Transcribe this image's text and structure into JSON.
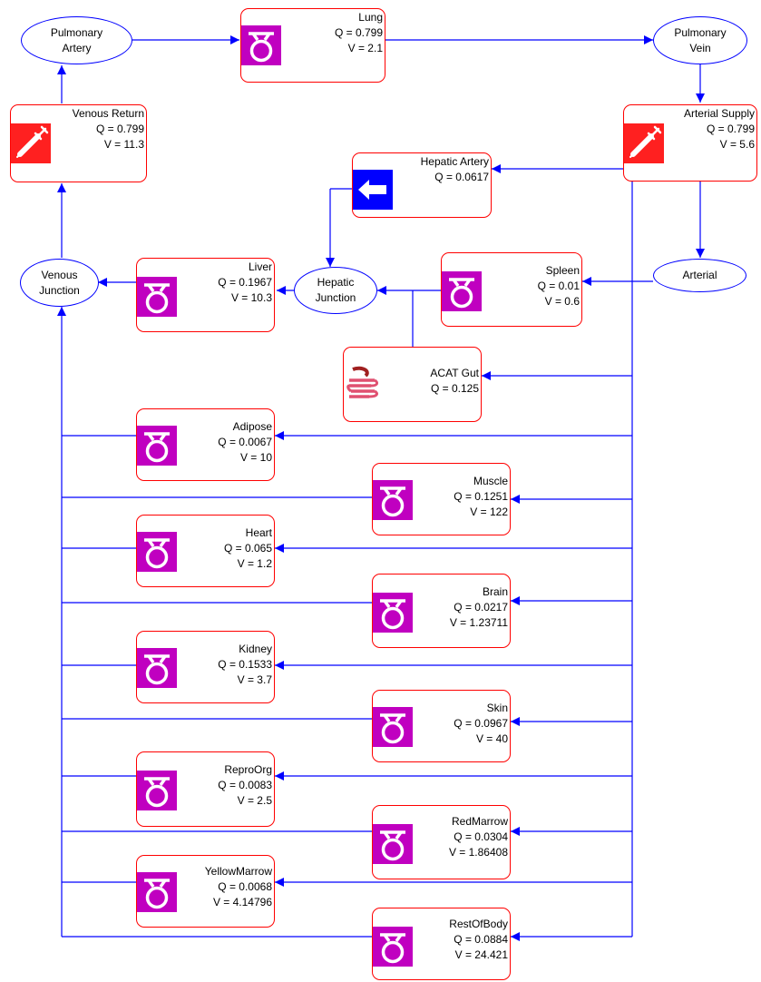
{
  "colors": {
    "wire": "#0000ff",
    "node_border": "#ff0000",
    "compartment_icon": "#c000c0",
    "dose_icon": "#ff2020",
    "hepatic_artery_icon": "#0000ff"
  },
  "junctions": {
    "pulmonary_artery": {
      "line1": "Pulmonary",
      "line2": "Artery"
    },
    "pulmonary_vein": {
      "line1": "Pulmonary",
      "line2": "Vein"
    },
    "venous_junction": {
      "line1": "Venous",
      "line2": "Junction"
    },
    "hepatic_junction": {
      "line1": "Hepatic",
      "line2": "Junction"
    },
    "arterial": {
      "line1": "Arterial"
    }
  },
  "nodes": {
    "lung": {
      "name": "Lung",
      "q": "Q = 0.799",
      "v": "V = 2.1",
      "icon": "compartment-icon"
    },
    "venous_return": {
      "name": "Venous Return",
      "q": "Q = 0.799",
      "v": "V = 11.3",
      "icon": "syringe-icon"
    },
    "arterial_supply": {
      "name": "Arterial Supply",
      "q": "Q = 0.799",
      "v": "V = 5.6",
      "icon": "syringe-icon"
    },
    "hepatic_artery": {
      "name": "Hepatic Artery",
      "q": "Q = 0.0617",
      "icon": "left-arrow-icon"
    },
    "liver": {
      "name": "Liver",
      "q": "Q = 0.1967",
      "v": "V = 10.3",
      "icon": "compartment-icon"
    },
    "spleen": {
      "name": "Spleen",
      "q": "Q = 0.01",
      "v": "V = 0.6",
      "icon": "compartment-icon"
    },
    "acat_gut": {
      "name": "ACAT Gut",
      "q": "Q = 0.125",
      "icon": "intestine-icon"
    },
    "adipose": {
      "name": "Adipose",
      "q": "Q = 0.0067",
      "v": "V = 10",
      "icon": "compartment-icon"
    },
    "muscle": {
      "name": "Muscle",
      "q": "Q = 0.1251",
      "v": "V = 122",
      "icon": "compartment-icon"
    },
    "heart": {
      "name": "Heart",
      "q": "Q = 0.065",
      "v": "V = 1.2",
      "icon": "compartment-icon"
    },
    "brain": {
      "name": "Brain",
      "q": "Q = 0.0217",
      "v": "V = 1.23711",
      "icon": "compartment-icon"
    },
    "kidney": {
      "name": "Kidney",
      "q": "Q = 0.1533",
      "v": "V = 3.7",
      "icon": "compartment-icon"
    },
    "skin": {
      "name": "Skin",
      "q": "Q = 0.0967",
      "v": "V = 40",
      "icon": "compartment-icon"
    },
    "repro_org": {
      "name": "ReproOrg",
      "q": "Q = 0.0083",
      "v": "V = 2.5",
      "icon": "compartment-icon"
    },
    "red_marrow": {
      "name": "RedMarrow",
      "q": "Q = 0.0304",
      "v": "V = 1.86408",
      "icon": "compartment-icon"
    },
    "yellow_marrow": {
      "name": "YellowMarrow",
      "q": "Q = 0.0068",
      "v": "V = 4.14796",
      "icon": "compartment-icon"
    },
    "rest_of_body": {
      "name": "RestOfBody",
      "q": "Q = 0.0884",
      "v": "V = 24.421",
      "icon": "compartment-icon"
    }
  }
}
